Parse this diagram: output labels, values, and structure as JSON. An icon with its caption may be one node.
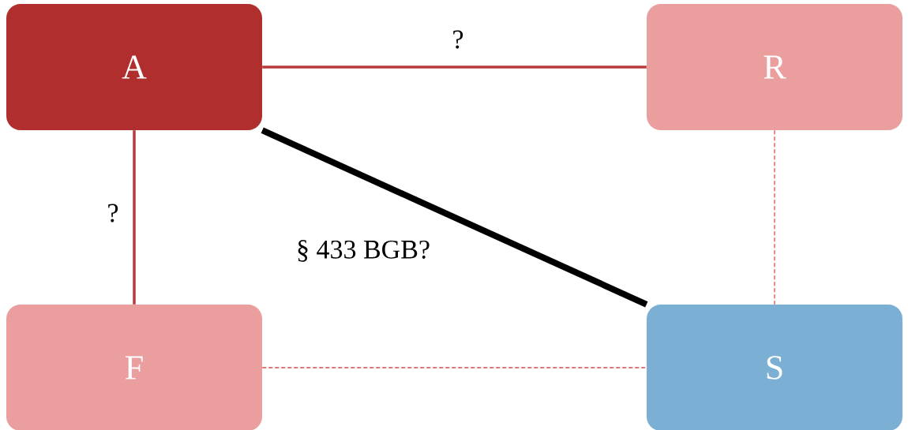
{
  "diagram": {
    "nodes": [
      {
        "text": [
          "A"
        ]
      },
      {
        "text": [
          "R"
        ]
      },
      {
        "text": [
          "F"
        ]
      },
      {
        "text": [
          "S"
        ]
      }
    ],
    "edges": [
      {
        "from": 0,
        "to": 1,
        "arrow": "none",
        "label": "?",
        "color": "#b83a3a"
      },
      {
        "from": 0,
        "to": 2,
        "arrow": "none",
        "label": "?",
        "color": "#b83a3a"
      },
      {
        "from": 0,
        "to": 3,
        "arrow": "none",
        "label": "§ 433 BGB?",
        "style": "thick",
        "color": "#000000"
      },
      {
        "from": 1,
        "to": 3,
        "arrow": "none",
        "style": "dashed",
        "color": "#e04848"
      },
      {
        "from": 2,
        "to": 3,
        "arrow": "none",
        "style": "dashed",
        "color": "#e04848"
      }
    ]
  }
}
